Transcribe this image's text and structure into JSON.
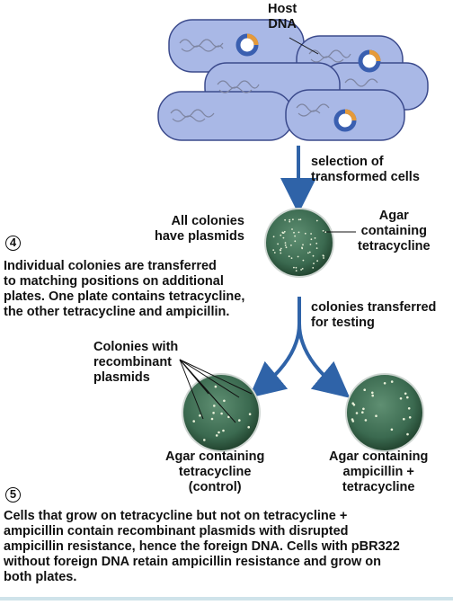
{
  "labels": {
    "host_dna": "Host\nDNA",
    "selection": "selection of\ntransformed cells",
    "all_colonies": "All colonies\nhave plasmids",
    "agar_tet": "Agar\ncontaining\ntetracycline",
    "step4_number": "4",
    "step4_text": "Individual colonies are transferred\nto matching positions on additional\nplates. One plate contains tetracycline,\nthe other tetracycline and ampicillin.",
    "colonies_transferred": "colonies transferred\nfor testing",
    "colonies_recombinant": "Colonies with\nrecombinant\nplasmids",
    "plate_control": "Agar containing\ntetracycline\n(control)",
    "plate_amp_tet": "Agar containing\nampicillin +\ntetracycline",
    "step5_number": "5",
    "step5_text": "Cells that grow on tetracycline but not on tetracycline +\nampicillin contain recombinant plasmids with disrupted\nampicillin resistance, hence the foreign DNA. Cells with pBR322\nwithout foreign DNA retain ampicillin resistance and grow on\nboth plates."
  },
  "colors": {
    "cell_fill": "#a9b8e6",
    "cell_stroke": "#3b4a8c",
    "arrow": "#2f63a8",
    "plate_dark": "#2f5b45",
    "plate_mid": "#4f7f63",
    "plasmid_orange": "#e59a3a",
    "plasmid_blue": "#3a5fb0"
  }
}
